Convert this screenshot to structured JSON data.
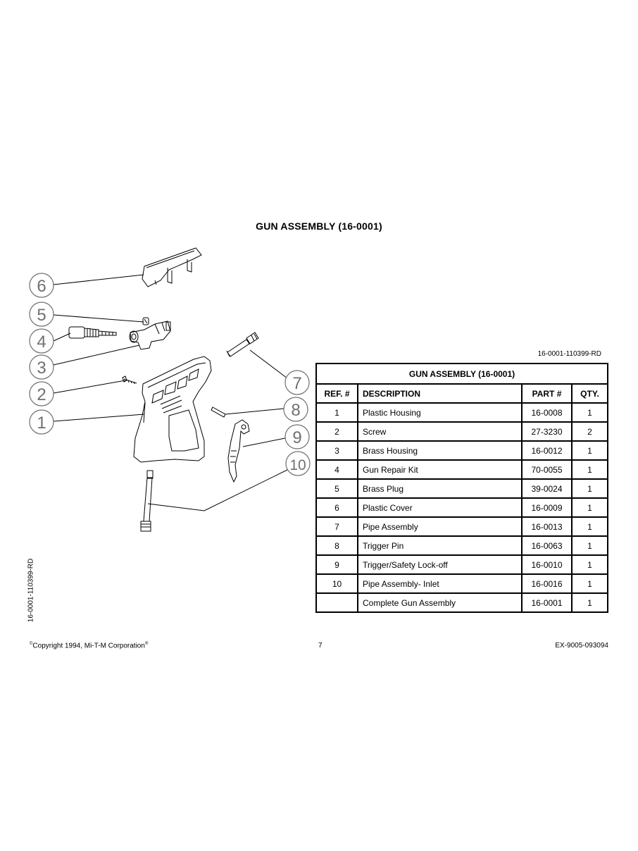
{
  "page_title": "GUN ASSEMBLY (16-0001)",
  "doc_code": "16-0001-110399-RD",
  "side_code": "16-0001-110399-RD",
  "callouts": [
    "6",
    "5",
    "4",
    "3",
    "2",
    "1",
    "7",
    "8",
    "9",
    "10"
  ],
  "table": {
    "title": "GUN ASSEMBLY (16-0001)",
    "headers": {
      "ref": "REF. #",
      "desc": "DESCRIPTION",
      "part": "PART #",
      "qty": "QTY."
    },
    "rows": [
      {
        "ref": "1",
        "desc": "Plastic Housing",
        "part": "16-0008",
        "qty": "1"
      },
      {
        "ref": "2",
        "desc": "Screw",
        "part": "27-3230",
        "qty": "2"
      },
      {
        "ref": "3",
        "desc": "Brass Housing",
        "part": "16-0012",
        "qty": "1"
      },
      {
        "ref": "4",
        "desc": "Gun Repair Kit",
        "part": "70-0055",
        "qty": "1"
      },
      {
        "ref": "5",
        "desc": "Brass Plug",
        "part": "39-0024",
        "qty": "1"
      },
      {
        "ref": "6",
        "desc": "Plastic Cover",
        "part": "16-0009",
        "qty": "1"
      },
      {
        "ref": "7",
        "desc": "Pipe Assembly",
        "part": "16-0013",
        "qty": "1"
      },
      {
        "ref": "8",
        "desc": "Trigger Pin",
        "part": "16-0063",
        "qty": "1"
      },
      {
        "ref": "9",
        "desc": "Trigger/Safety Lock-off",
        "part": "16-0010",
        "qty": "1"
      },
      {
        "ref": "10",
        "desc": "Pipe Assembly- Inlet",
        "part": "16-0016",
        "qty": "1"
      },
      {
        "ref": "",
        "desc": "Complete Gun Assembly",
        "part": "16-0001",
        "qty": "1"
      }
    ]
  },
  "footer": {
    "copyright_mark": "©",
    "copyright": "Copyright 1994,  Mi-T-M Corporation",
    "registered_mark": "®",
    "page_number": "7",
    "code": "EX-9005-093094"
  }
}
